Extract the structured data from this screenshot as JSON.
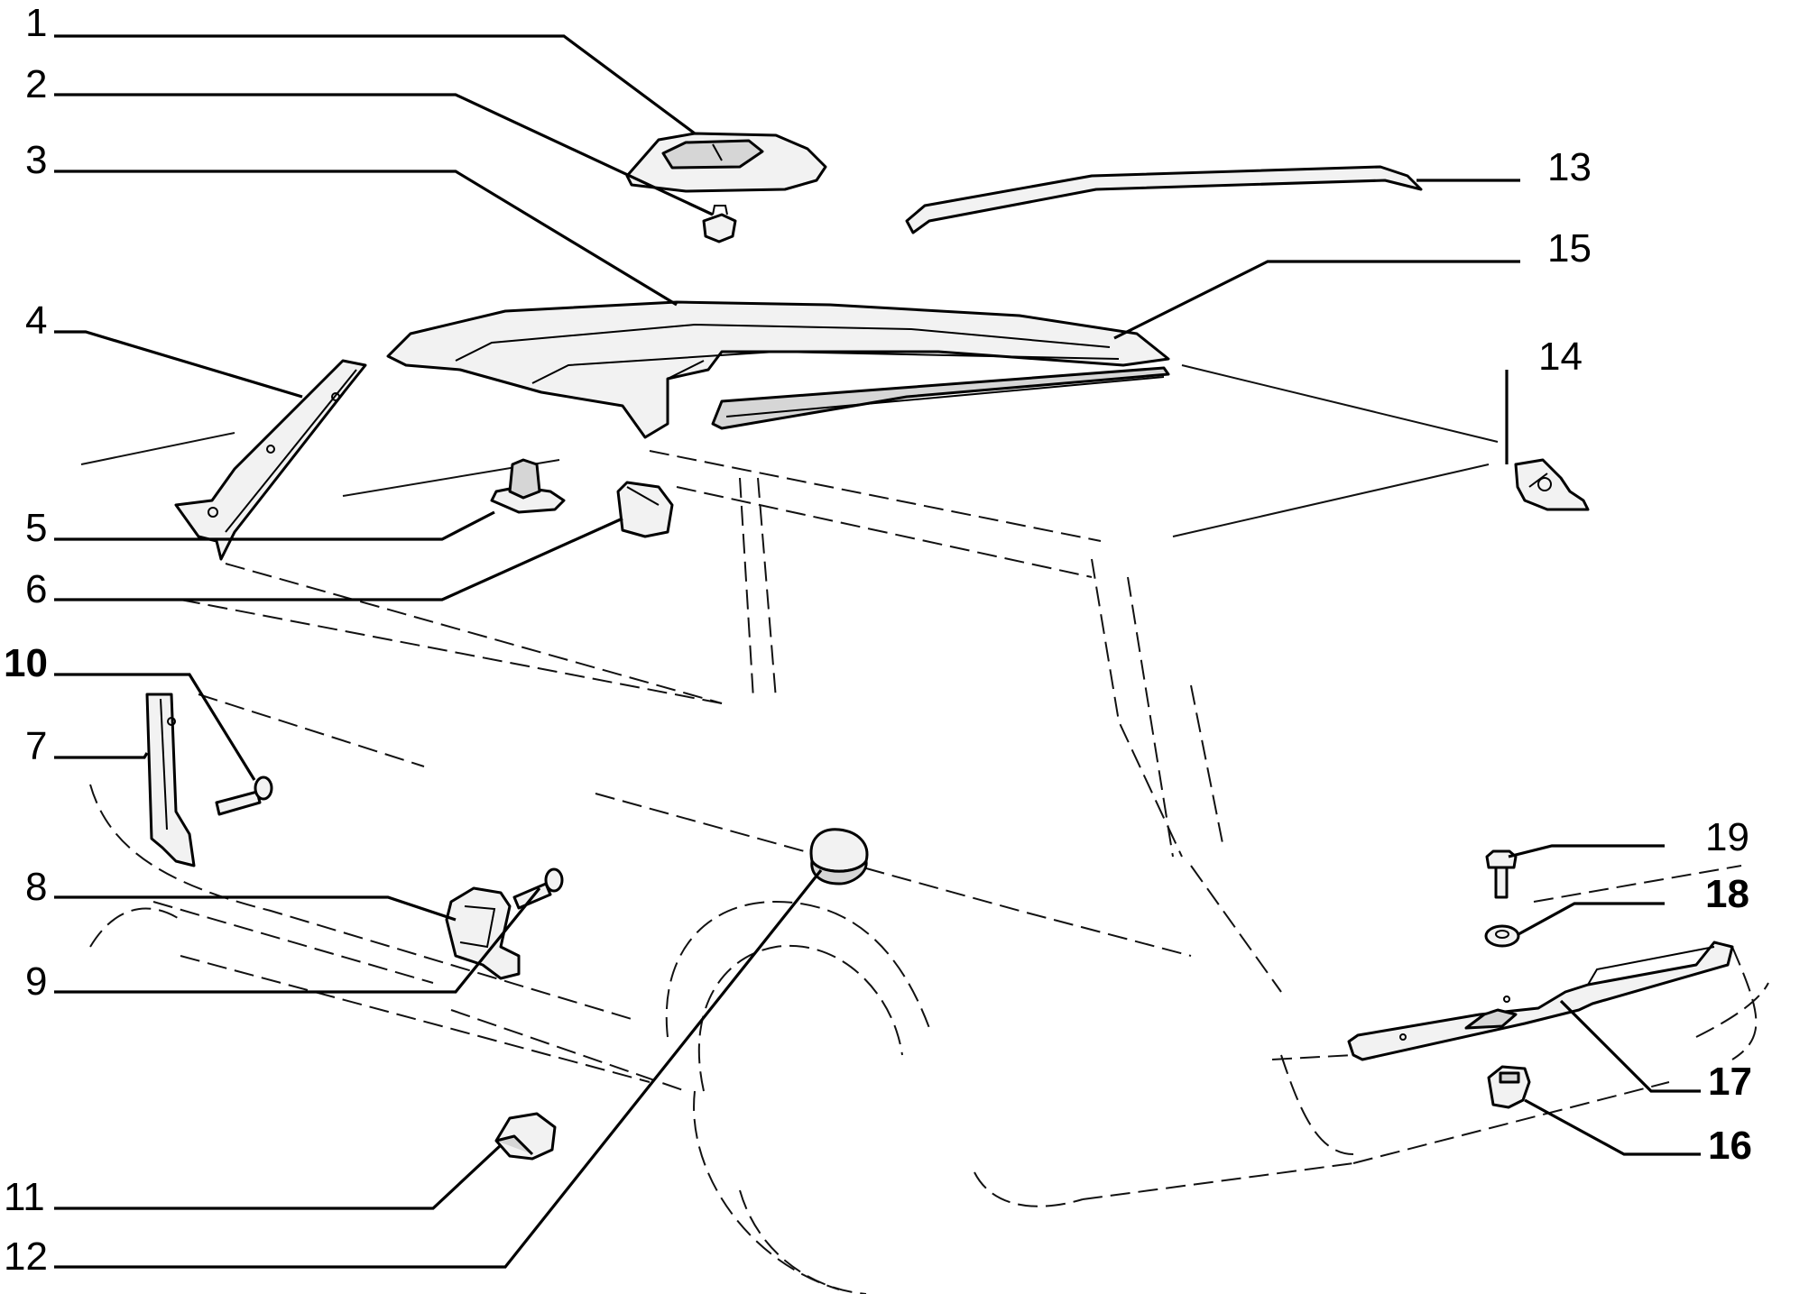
{
  "diagram": {
    "callouts": [
      {
        "id": "c1",
        "label": "1",
        "bold": false
      },
      {
        "id": "c2",
        "label": "2",
        "bold": false
      },
      {
        "id": "c3",
        "label": "3",
        "bold": false
      },
      {
        "id": "c4",
        "label": "4",
        "bold": false
      },
      {
        "id": "c5",
        "label": "5",
        "bold": false
      },
      {
        "id": "c6",
        "label": "6",
        "bold": false
      },
      {
        "id": "c10",
        "label": "10",
        "bold": true
      },
      {
        "id": "c7",
        "label": "7",
        "bold": false
      },
      {
        "id": "c8",
        "label": "8",
        "bold": false
      },
      {
        "id": "c9",
        "label": "9",
        "bold": false
      },
      {
        "id": "c11",
        "label": "11",
        "bold": false
      },
      {
        "id": "c12",
        "label": "12",
        "bold": false
      },
      {
        "id": "c13",
        "label": "13",
        "bold": false
      },
      {
        "id": "c15",
        "label": "15",
        "bold": false
      },
      {
        "id": "c14",
        "label": "14",
        "bold": false
      },
      {
        "id": "c19",
        "label": "19",
        "bold": false
      },
      {
        "id": "c18",
        "label": "18",
        "bold": true
      },
      {
        "id": "c17",
        "label": "17",
        "bold": true
      },
      {
        "id": "c16",
        "label": "16",
        "bold": true
      }
    ]
  }
}
